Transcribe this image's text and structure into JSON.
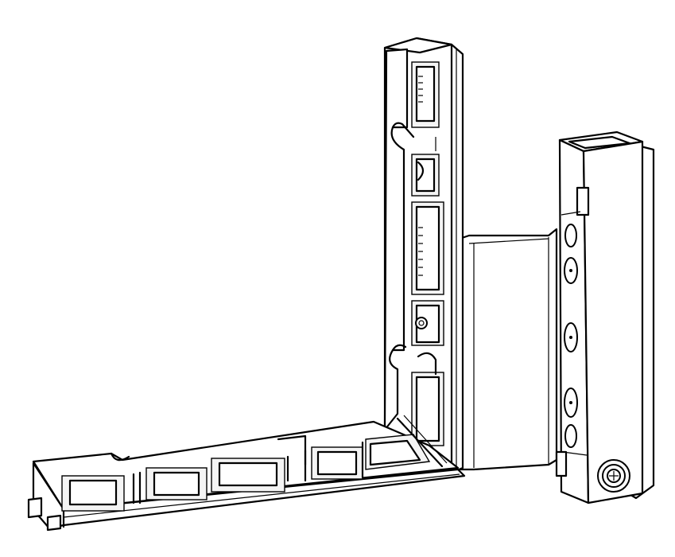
{
  "figure": {
    "line_color": "#000000",
    "background_color": "#ffffff",
    "parts": [
      "corner-bracket",
      "connector-plate",
      "locking-bar",
      "fixing-screw"
    ]
  }
}
